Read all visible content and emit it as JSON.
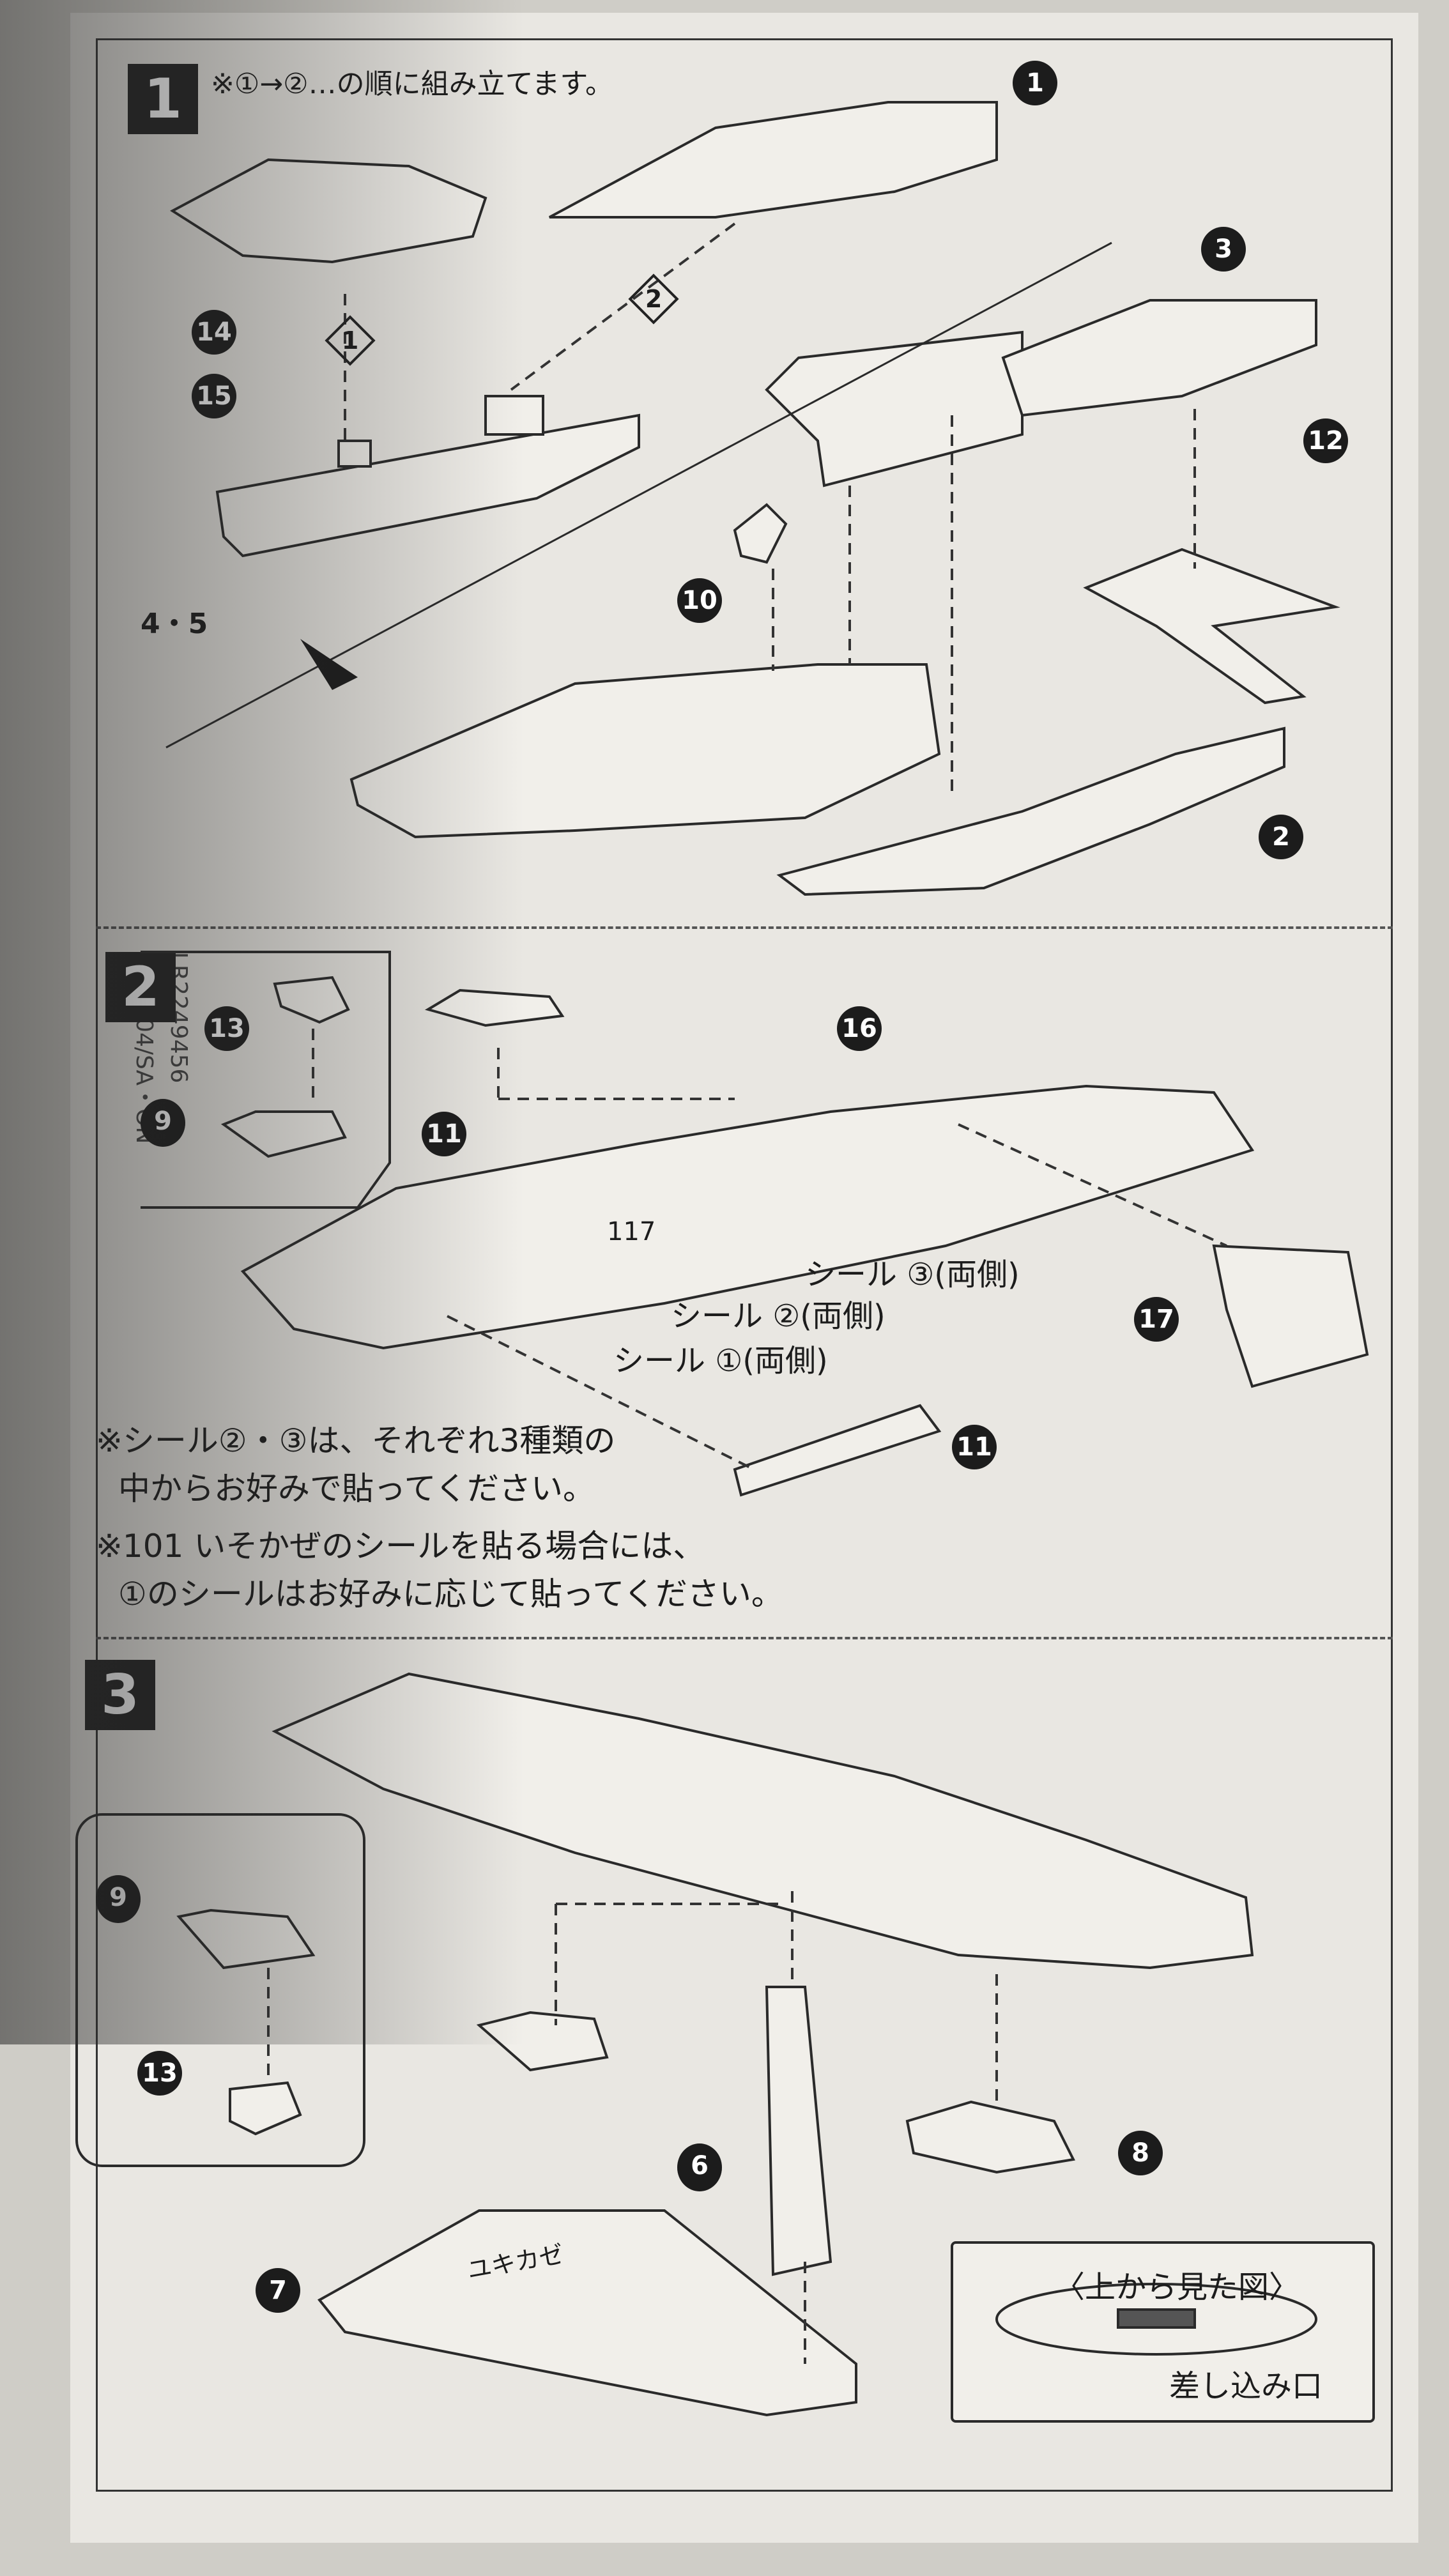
{
  "steps": [
    {
      "number": "1",
      "note": "※①→②…の順に組み立てます。"
    },
    {
      "number": "2"
    },
    {
      "number": "3"
    }
  ],
  "callouts": {
    "c1": "1",
    "c2": "2",
    "c3": "3",
    "c4": "4・5",
    "c6": "6",
    "c7": "7",
    "c8": "8",
    "c9a": "9",
    "c9b": "9",
    "c10": "10",
    "c11a": "11",
    "c11b": "11",
    "c12": "12",
    "c13a": "13",
    "c13b": "13",
    "c14": "14",
    "c15": "15",
    "c16": "16",
    "c17": "17"
  },
  "seq": {
    "a": "1",
    "b": "2"
  },
  "seals": {
    "s3": "シール ③(両側)",
    "s2": "シール ②(両側)",
    "s1": "シール ①(両側)"
  },
  "hull_number": "117",
  "notes": {
    "n1_line1": "※シール②・③は、それぞれ3種類の",
    "n1_line2": "中からお好みで貼ってください。",
    "n2_line1": "※101 いそかぜのシールを貼る場合には、",
    "n2_line2": "①のシールはお好みに応じて貼ってください。"
  },
  "stand_label": "ユキカゼ",
  "topview": {
    "title": "〈上から見た図〉",
    "label": "差し込み口"
  },
  "side_print": {
    "code": "LR2249456",
    "date": "2014.04/SA・ON"
  },
  "colors": {
    "line": "#2a2a2a",
    "paper": "#e9e7e2",
    "badge": "#1c1c1c"
  }
}
